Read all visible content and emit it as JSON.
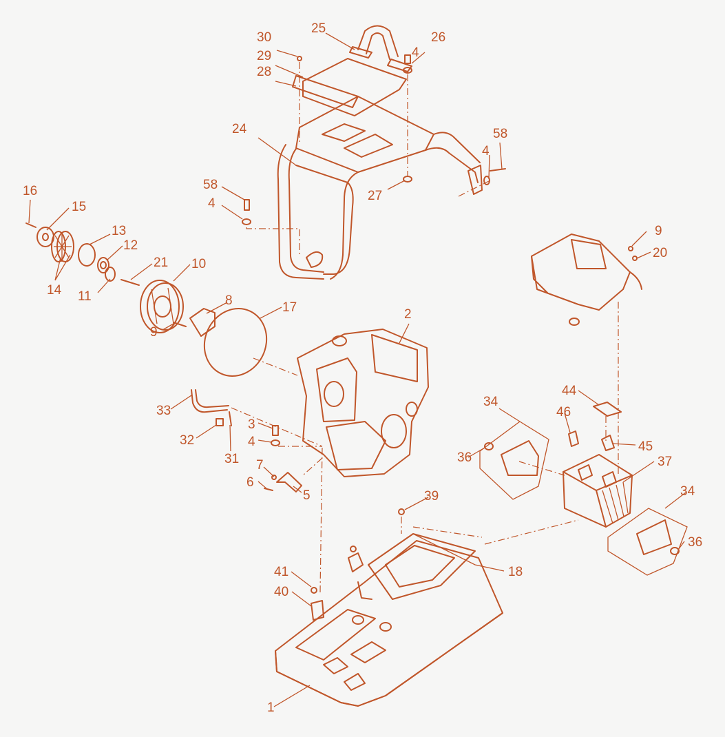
{
  "diagram": {
    "colors": {
      "line": "#c0562a",
      "fill": "#f3ddd0",
      "background": "#f6f6f5"
    },
    "callouts": [
      {
        "id": "c25",
        "text": "25"
      },
      {
        "id": "c26",
        "text": "26"
      },
      {
        "id": "c30",
        "text": "30"
      },
      {
        "id": "c4a",
        "text": "4"
      },
      {
        "id": "c29",
        "text": "29"
      },
      {
        "id": "c28",
        "text": "28"
      },
      {
        "id": "c24",
        "text": "24"
      },
      {
        "id": "c58a",
        "text": "58"
      },
      {
        "id": "c4b",
        "text": "4"
      },
      {
        "id": "c27",
        "text": "27"
      },
      {
        "id": "c58b",
        "text": "58"
      },
      {
        "id": "c4c",
        "text": "4"
      },
      {
        "id": "c16",
        "text": "16"
      },
      {
        "id": "c15",
        "text": "15"
      },
      {
        "id": "c13",
        "text": "13"
      },
      {
        "id": "c12",
        "text": "12"
      },
      {
        "id": "c14",
        "text": "14"
      },
      {
        "id": "c21",
        "text": "21"
      },
      {
        "id": "c10",
        "text": "10"
      },
      {
        "id": "c11",
        "text": "11"
      },
      {
        "id": "c8",
        "text": "8"
      },
      {
        "id": "c17",
        "text": "17"
      },
      {
        "id": "c9a",
        "text": "9"
      },
      {
        "id": "c2",
        "text": "2"
      },
      {
        "id": "c9b",
        "text": "9"
      },
      {
        "id": "c20",
        "text": "20"
      },
      {
        "id": "c33",
        "text": "33"
      },
      {
        "id": "c32",
        "text": "32"
      },
      {
        "id": "c31",
        "text": "31"
      },
      {
        "id": "c3",
        "text": "3"
      },
      {
        "id": "c4d",
        "text": "4"
      },
      {
        "id": "c7",
        "text": "7"
      },
      {
        "id": "c6",
        "text": "6"
      },
      {
        "id": "c5",
        "text": "5"
      },
      {
        "id": "c34a",
        "text": "34"
      },
      {
        "id": "c44",
        "text": "44"
      },
      {
        "id": "c46",
        "text": "46"
      },
      {
        "id": "c36a",
        "text": "36"
      },
      {
        "id": "c45",
        "text": "45"
      },
      {
        "id": "c37",
        "text": "37"
      },
      {
        "id": "c39",
        "text": "39"
      },
      {
        "id": "c34b",
        "text": "34"
      },
      {
        "id": "c36b",
        "text": "36"
      },
      {
        "id": "c18",
        "text": "18"
      },
      {
        "id": "c41",
        "text": "41"
      },
      {
        "id": "c40",
        "text": "40"
      },
      {
        "id": "c1",
        "text": "1"
      }
    ]
  }
}
